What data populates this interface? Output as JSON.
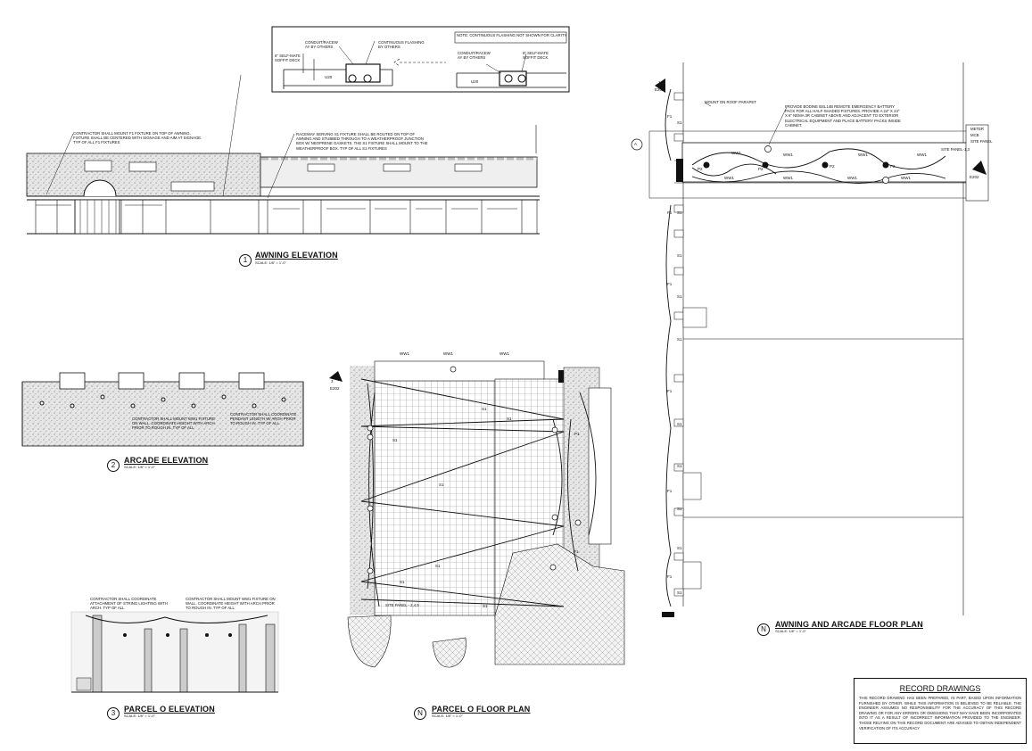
{
  "views": {
    "awning_elevation": {
      "number": "1",
      "title": "AWNING ELEVATION",
      "scale": "SCALE: 1/8\" = 1'-0\""
    },
    "arcade_elevation": {
      "number": "2",
      "title": "ARCADE ELEVATION",
      "scale": "SCALE: 1/8\" = 1'-0\""
    },
    "parcel_o_elevation": {
      "number": "3",
      "title": "PARCEL O ELEVATION",
      "scale": "SCALE: 1/8\" = 1'-0\""
    },
    "parcel_o_floor_plan": {
      "number": "N",
      "title": "PARCEL O FLOOR PLAN",
      "scale": "SCALE: 1/8\" = 1'-0\""
    },
    "awning_arcade_floor_plan": {
      "number": "N",
      "title": "AWNING AND ARCADE FLOOR PLAN",
      "scale": "SCALE: 1/8\" = 1'-0\""
    }
  },
  "detail": {
    "note": "NOTE: CONTINUOUS FLASHING NOT SHOWN FOR CLARITY",
    "conduit_left": "CONDUIT/RACEW AY BY OTHERS",
    "flashing": "CONTINUOUS FLASHING BY OTHERS",
    "soffit_left": "6\" SELF-MATE SOFFIT DECK",
    "conduit_right": "CONDUIT/RACEW AY BY OTHERS",
    "soffit_right": "6\" SELF-MATE SOFFIT DECK",
    "dim_left": "U20",
    "dim_right": "U20"
  },
  "notes": {
    "awning_f1": "CONTRACTOR SHALL MOUNT F1 FIXTURE ON TOP OF AWNING. FIXTURE SHALL BE CENTERED WITH SIGNAGE AND AIM AT SIGNAGE. TYP OF ALL F1 FIXTURES",
    "awning_raceway": "RACEWAY SERVING S1 FIXTURE SHALL BE ROUTED ON TOP OF AWNING AND STUBBED THROUGH TO A WEATHERPROOF JUNCTION BOX W/ NEOPRENE GASKETS. THE S1 FIXTURE SHALL MOUNT TO THE WEATHERPROOF BOX. TYP OF ALL S1 FIXTURES",
    "arcade_ww1": "CONTRACTOR SHALL MOUNT WW1 FIXTURE ON WALL. COORDINATE HEIGHT WITH ARCH PRIOR TO ROUGH IN. TYP OF ALL",
    "arcade_pendant": "CONTRACTOR SHALL COORDINATE PENDANT LENGTH W/ ARCH PRIOR TO ROUGH IN. TYP OF ALL",
    "parcel_string": "CONTRACTOR SHALL COORDINATE ATTACHMENT OF STRING LIGHTING WITH ARCH. TYP OF ALL",
    "parcel_ww1": "CONTRACTOR SHALL MOUNT WW1 FIXTURE ON WALL. COORDINATE HEIGHT WITH ARCH PRIOR TO ROUGH IN. TYP OF ALL",
    "roof_parapet": "MOUNT ON ROOF PARAPET",
    "battery": "PROVIDE BODINE BSL14B REMOTE EMERGENCY BATTERY PACK FOR ALL HALF-SHADED FIXTURES. PROVIDE A 24\" X 24\" X 6\" NEMA 3R CABINET ABOVE AND ADJACENT TO EXTERIOR ELECTRICAL EQUIPMENT AND PLACE BATTERY PACKS INSIDE CABINET.",
    "meter": "METER",
    "mcb": "MCB",
    "site_panel": "SITE PANEL",
    "site_panel_circuit": "SITE PANEL-1,3",
    "site_panel_parcel": "SITE PANEL - 2,4,5"
  },
  "tags": {
    "f1": "F1",
    "s1": "S1",
    "p1": "P1",
    "p2": "P2",
    "ww1": "WW1",
    "e202": "E202",
    "a": "A",
    "three": "3",
    "one": "1",
    "two": "2"
  },
  "record": {
    "title": "RECORD DRAWINGS",
    "body": "THIS RECORD DRAWING HAS BEEN PREPARED, IN PART, BASED UPON INFORMATION FURNISHED BY OTHER. WHILE THIS INFORMATION IS BELIEVED TO BE RELIABLE, THE ENGINEER ASSUMES NO RESPONSIBILITY FOR THE ACCURACY OF THIS RECORD DRAWING OR FOR ANY ERRORS OR OMISSIONS THAT MAY HAVE BEEN INCORPORATED INTO IT AS A RESULT OF INCORRECT INFORMATION PROVIDED TO THE ENGINEER. THOSE RELYING ON THIS RECORD DOCUMENT ARE ADVISED TO OBTAIN INDEPENDENT VERIFICATION OF ITS ACCURACY"
  }
}
